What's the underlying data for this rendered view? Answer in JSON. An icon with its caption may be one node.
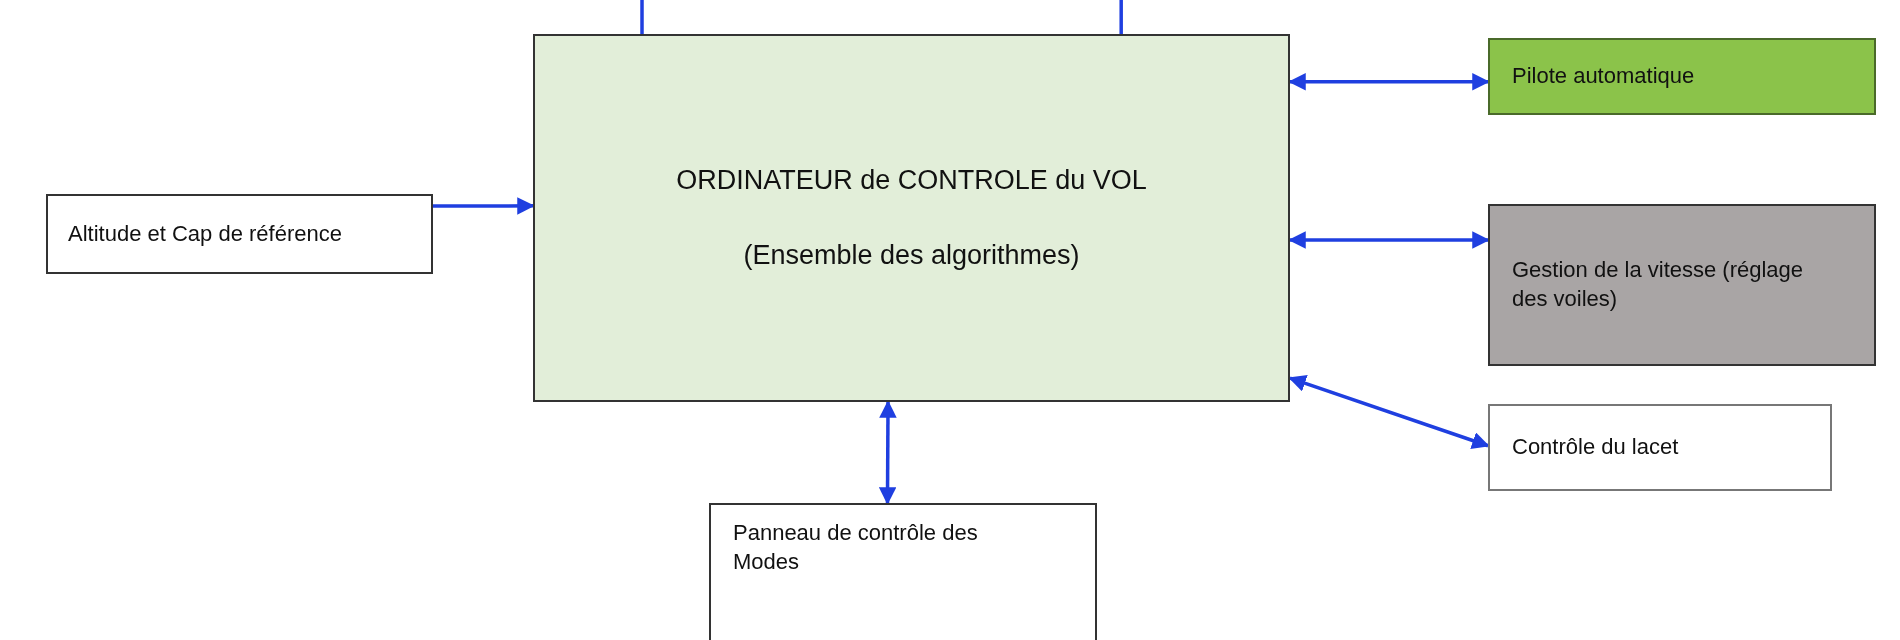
{
  "diagram": {
    "nodes": [
      {
        "text": [
          "ORDINATEUR de CONTROLE du VOL",
          "(Ensemble des algorithmes)"
        ]
      },
      {
        "text": [
          "Altitude et Cap de référence"
        ]
      },
      {
        "text": [
          "Pilote automatique"
        ]
      },
      {
        "text": [
          "Gestion de la vitesse (réglage des voiles)"
        ]
      },
      {
        "text": [
          "Contrôle du lacet"
        ]
      },
      {
        "text": [
          "Panneau de contrôle des Modes"
        ]
      }
    ],
    "edges": [
      {
        "from": null,
        "to": 0,
        "arrow": "none"
      },
      {
        "from": null,
        "to": 0,
        "arrow": "none"
      },
      {
        "from": 1,
        "to": 0,
        "arrow": "to"
      },
      {
        "from": 0,
        "to": 2,
        "arrow": "both"
      },
      {
        "from": 0,
        "to": 3,
        "arrow": "both"
      },
      {
        "from": 0,
        "to": 4,
        "arrow": "both"
      },
      {
        "from": 0,
        "to": 5,
        "arrow": "both"
      }
    ]
  }
}
